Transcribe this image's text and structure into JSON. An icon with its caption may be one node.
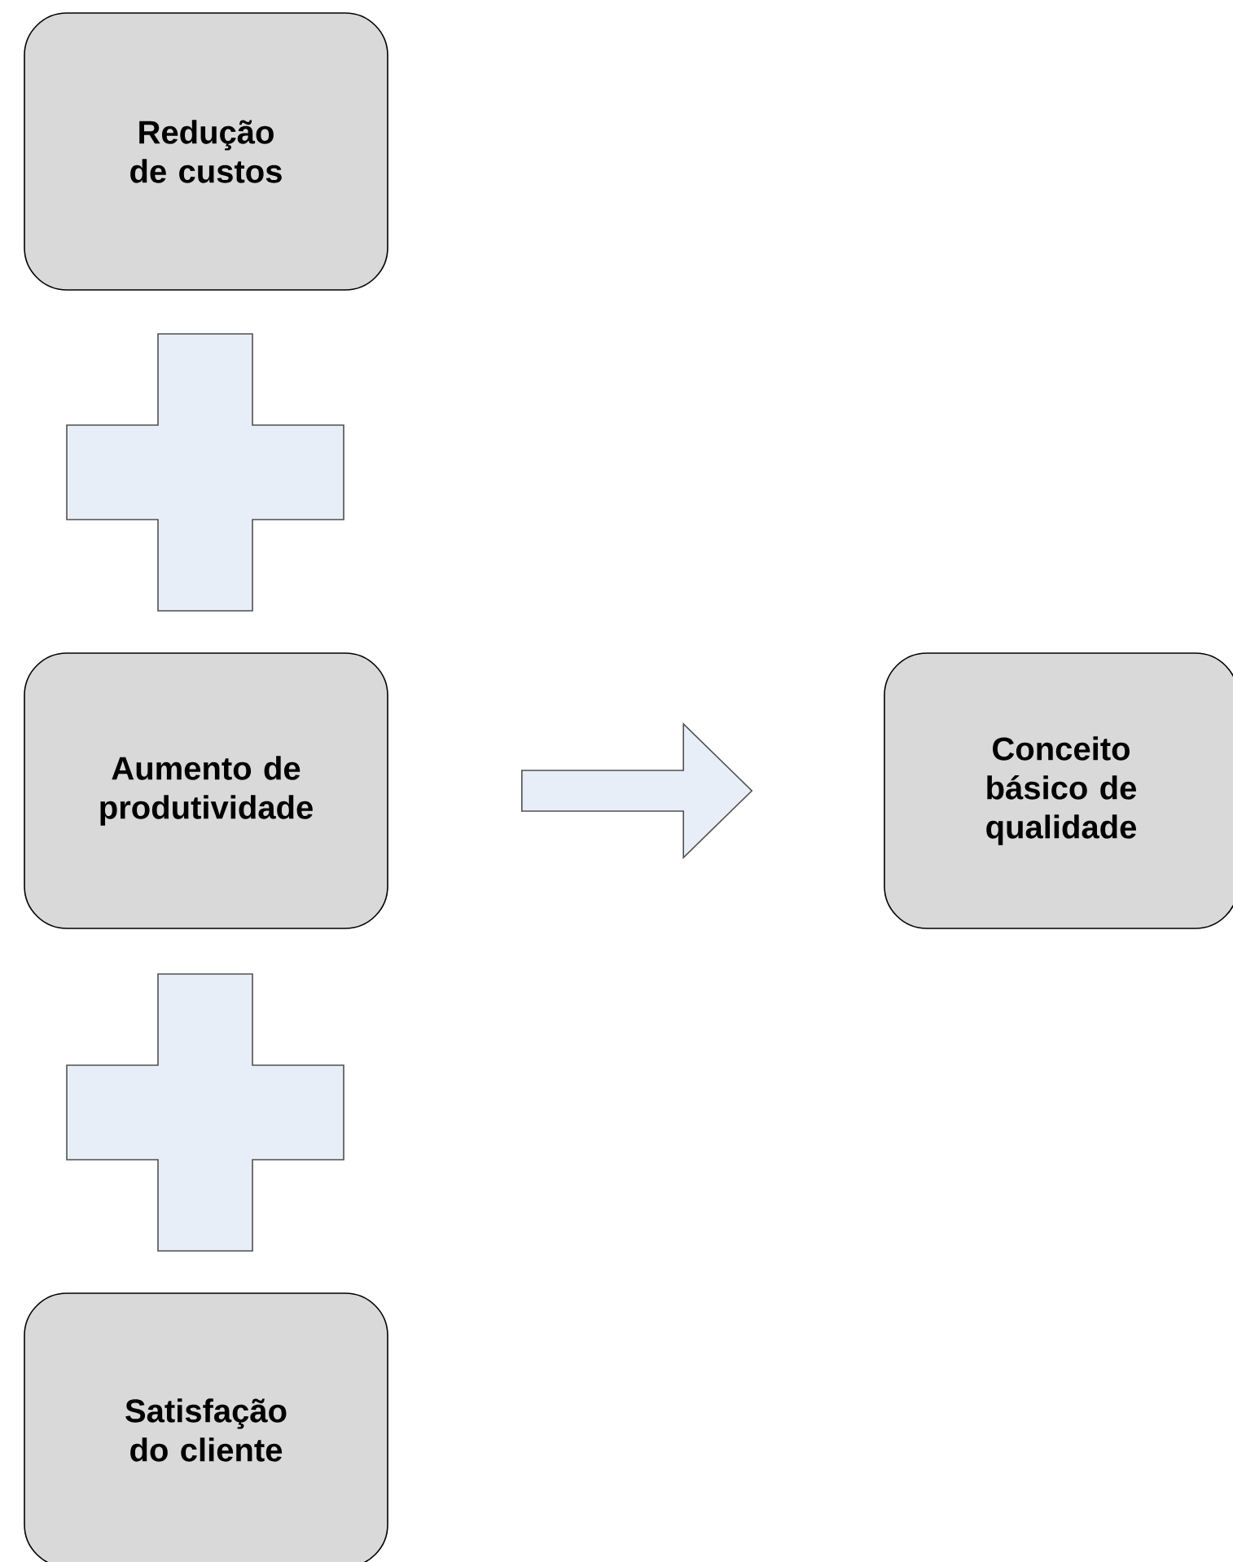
{
  "diagram": {
    "nodes": [
      {
        "text": [
          "Redução de custos"
        ]
      },
      {
        "text": [],
        "shape": "plus"
      },
      {
        "text": [
          "Aumento de produtividade"
        ]
      },
      {
        "text": [
          "Conceito básico de qualidade"
        ]
      },
      {
        "text": [],
        "shape": "plus"
      },
      {
        "text": [
          "Satisfação do cliente"
        ]
      }
    ],
    "edges": [
      {
        "from": 2,
        "to": 3,
        "arrow": "to"
      }
    ]
  }
}
